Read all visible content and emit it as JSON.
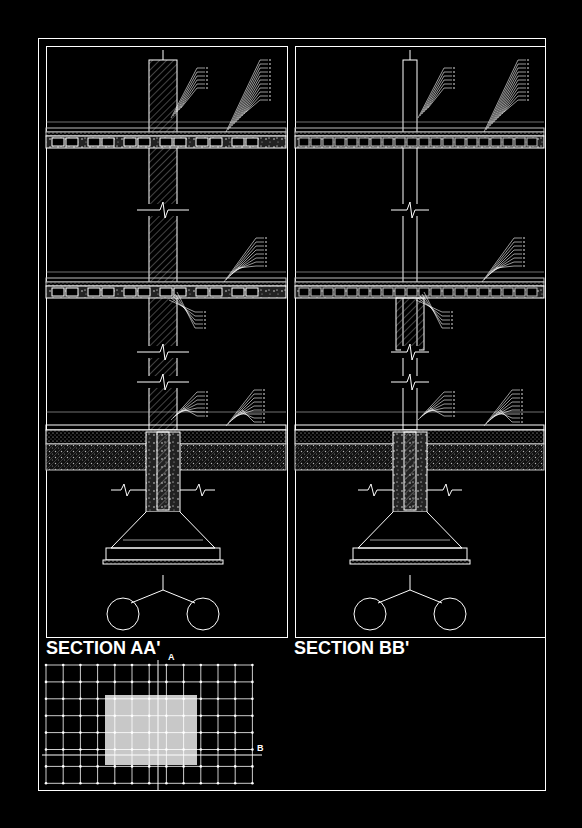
{
  "diagram": {
    "labels": [
      "SECTION AA'",
      "SECTION BB'",
      "A",
      "B"
    ]
  }
}
